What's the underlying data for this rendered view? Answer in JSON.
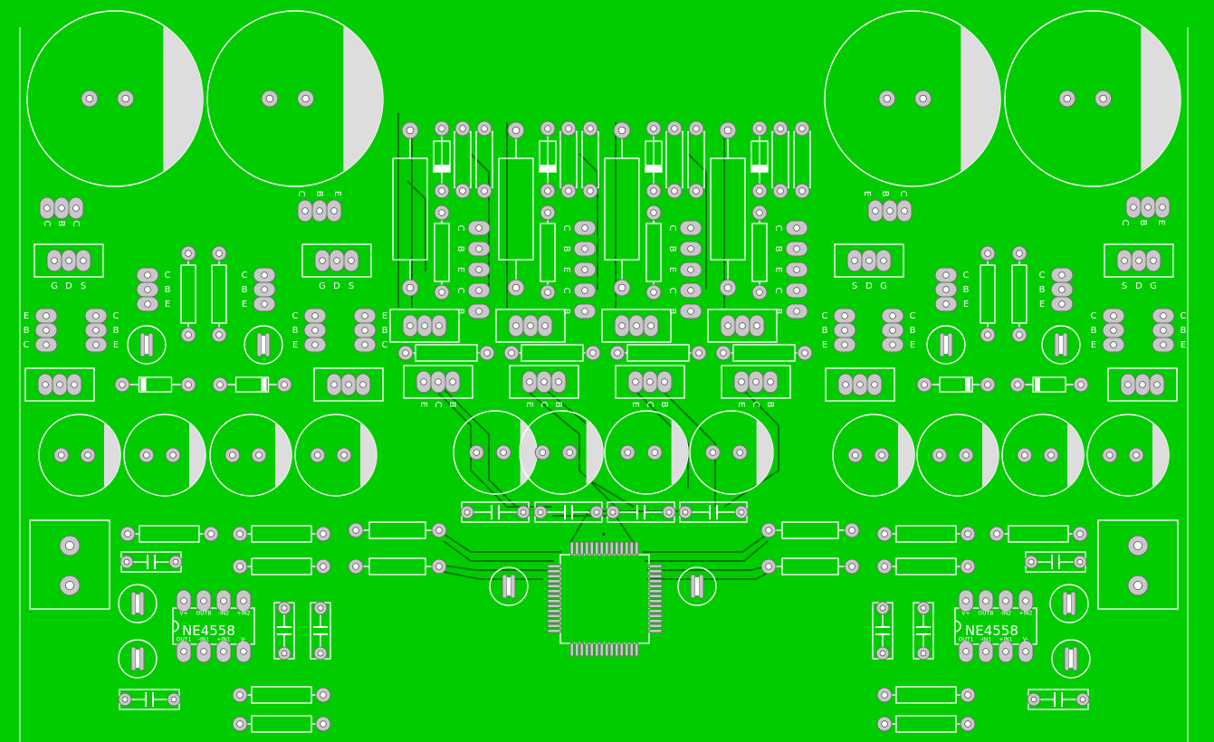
{
  "board": {
    "background_color": "#00cc00",
    "silkscreen_color": "#ffffff",
    "pad_color": "#c8c8c8",
    "trace_color": "#007a00"
  },
  "ic_left": {
    "label": "NE4558",
    "pins_top": [
      "V+",
      "OUTB",
      "-IN2",
      "+IN2"
    ],
    "pins_bottom": [
      "OUT1",
      "-IN1",
      "+IN1",
      "V-"
    ]
  },
  "ic_right": {
    "label": "NE4558",
    "pins_top": [
      "V+",
      "OUTB",
      "-IN2",
      "+IN2"
    ],
    "pins_bottom": [
      "OUT1",
      "-IN1",
      "+IN1",
      "V-"
    ]
  },
  "labels": {
    "fet_pins": [
      "G",
      "D",
      "S"
    ],
    "bjt_cbe": [
      "C",
      "B",
      "E"
    ],
    "bjt_ebc": [
      "E",
      "B",
      "C"
    ],
    "bjt_ecb": [
      "E",
      "C",
      "B"
    ],
    "bjt_ceb": [
      "C",
      "E",
      "B"
    ]
  }
}
